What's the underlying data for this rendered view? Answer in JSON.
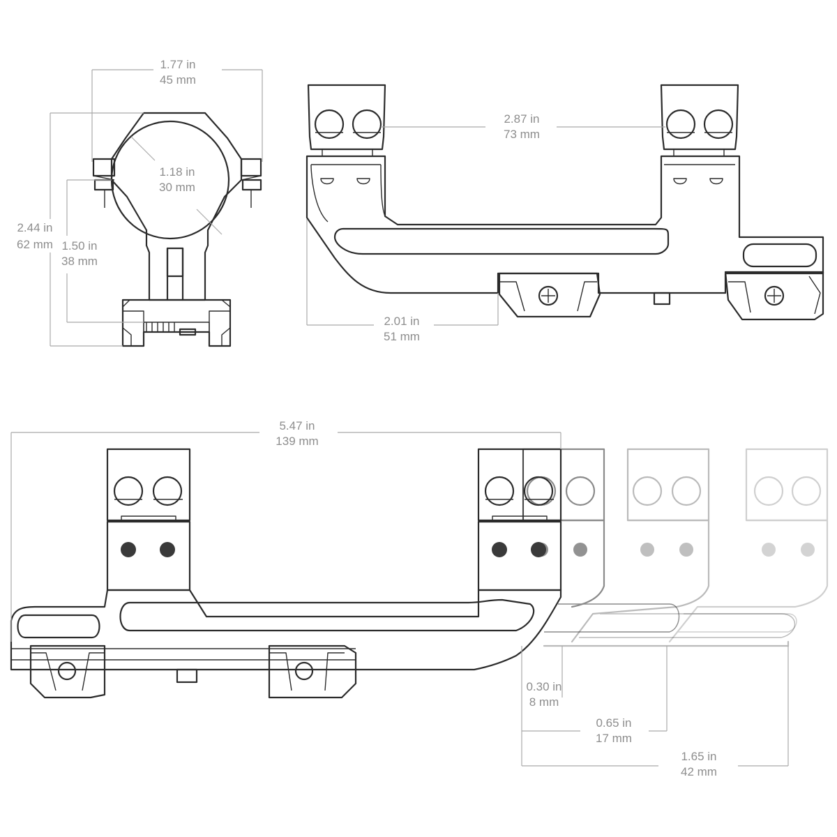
{
  "dimensions": {
    "top_width": {
      "inches": "1.77 in",
      "mm": "45 mm"
    },
    "ring_diameter": {
      "inches": "1.18 in",
      "mm": "30 mm"
    },
    "overall_height": {
      "inches": "2.44 in",
      "mm": "62 mm"
    },
    "center_height": {
      "inches": "1.50 in",
      "mm": "38 mm"
    },
    "ring_spacing": {
      "inches": "2.87 in",
      "mm": "73 mm"
    },
    "base_offset": {
      "inches": "2.01 in",
      "mm": "51 mm"
    },
    "overall_length": {
      "inches": "5.47 in",
      "mm": "139 mm"
    },
    "offset_small": {
      "inches": "0.30 in",
      "mm": "8 mm"
    },
    "offset_medium": {
      "inches": "0.65 in",
      "mm": "17 mm"
    },
    "offset_large": {
      "inches": "1.65 in",
      "mm": "42 mm"
    }
  },
  "colors": {
    "line": "#2b2b2b",
    "dimension": "#8d8d8d"
  }
}
